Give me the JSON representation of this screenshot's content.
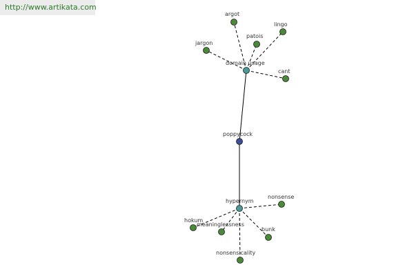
{
  "watermark": {
    "text": "http://www.artikata.com"
  },
  "colors": {
    "root": "#3a4e9a",
    "hub": "#4a9a9a",
    "leaf": "#4a8a3a"
  },
  "graph": {
    "root": {
      "id": "poppycock",
      "label": "poppycock"
    },
    "hubs": [
      {
        "id": "domain-usage",
        "label": "domain usage",
        "parent": "poppycock"
      },
      {
        "id": "hypernym",
        "label": "hypernym",
        "parent": "poppycock"
      }
    ],
    "leaves": [
      {
        "id": "argot",
        "label": "argot",
        "hub": "domain-usage"
      },
      {
        "id": "lingo",
        "label": "lingo",
        "hub": "domain-usage"
      },
      {
        "id": "patois",
        "label": "patois",
        "hub": "domain-usage"
      },
      {
        "id": "jargon",
        "label": "jargon",
        "hub": "domain-usage"
      },
      {
        "id": "cant",
        "label": "cant",
        "hub": "domain-usage"
      },
      {
        "id": "nonsense",
        "label": "nonsense",
        "hub": "hypernym"
      },
      {
        "id": "hokum",
        "label": "hokum",
        "hub": "hypernym"
      },
      {
        "id": "meaninglessness",
        "label": "meaninglessness",
        "hub": "hypernym"
      },
      {
        "id": "bunk",
        "label": "bunk",
        "hub": "hypernym"
      },
      {
        "id": "nonsensicality",
        "label": "nonsensicality",
        "hub": "hypernym"
      }
    ]
  }
}
